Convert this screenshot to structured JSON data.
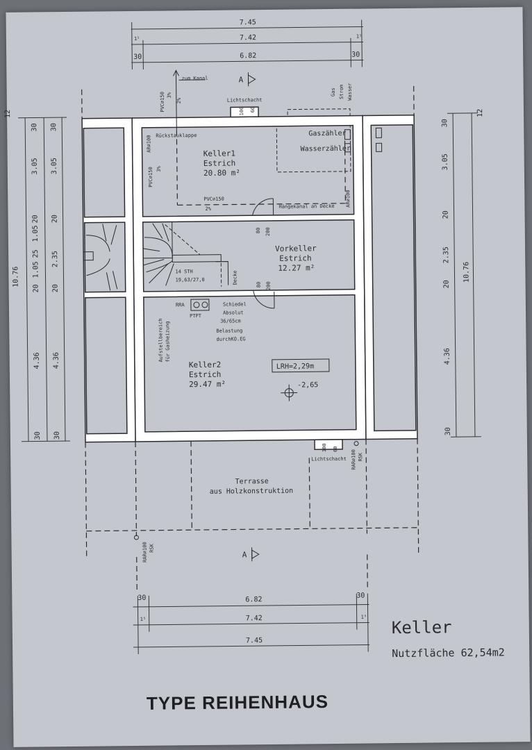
{
  "dimensions_top": {
    "overall": "7.45",
    "middle": "7.42",
    "inner": "6.82",
    "edge_small": "1⁵",
    "edge_wall": "30"
  },
  "dimensions_bottom": {
    "inner": "6.82",
    "middle": "7.42",
    "overall": "7.45",
    "edge_small": "1⁵",
    "edge_wall": "30"
  },
  "dimensions_left": {
    "outer": [
      "12",
      "30",
      "3.05",
      "20",
      "1.05",
      "25",
      "1.05",
      "20",
      "4.36",
      "30"
    ],
    "inner": [
      "30",
      "3.05",
      "20",
      "2.35",
      "20",
      "4.36",
      "30"
    ],
    "total": "10.76"
  },
  "dimensions_right": {
    "inner": [
      "30",
      "3.05",
      "20",
      "2.35",
      "20",
      "4.36",
      "30"
    ],
    "top": "12",
    "total": "10.76"
  },
  "section_marker": "A",
  "rooms": {
    "keller1": {
      "name": "Keller1",
      "floor": "Estrich",
      "area": "20.80 m²"
    },
    "vorkeller": {
      "name": "Vorkeller",
      "floor": "Estrich",
      "area": "12.27 m²"
    },
    "keller2": {
      "name": "Keller2",
      "floor": "Estrich",
      "area": "29.47 m²"
    },
    "terrasse": {
      "line1": "Terrasse",
      "line2": "aus Holzkonstruktion"
    }
  },
  "annotations": {
    "zum_kanal": "zum Kanal",
    "pvc150_a": "PVC∅150",
    "pvc150_b": "PVC∅150",
    "pvc150_c": "PVC∅150",
    "slope_2": "2%",
    "slope_3": "3%",
    "ar100_a": "AR∅100",
    "ar100_b": "AR∅100",
    "ruckstau": "Rückstauklappe",
    "lichtschacht_top": "Lichtschacht",
    "lichtschacht_bottom": "Lichtschacht",
    "ls_100": "100",
    "ls_60": "60",
    "gas": "Gas",
    "strom": "Strom",
    "wasser": "Wasser",
    "gaszaehler": "Gaszähler",
    "wasserzaehler": "Wasserzähler",
    "haengekanal": "Hängekanal an Decke",
    "door_80": "80",
    "door_200": "200",
    "stairs_sth": "14 STH",
    "stairs_size": "19,63/27,0",
    "decke": "Decke",
    "rra": "RRA",
    "ptpt": "PTPT",
    "schiedel1": "Schiedel",
    "schiedel2": "Absolut",
    "schiedel3": "36/65cm",
    "belastung1": "Belastung",
    "belastung2": "durchKO.EG",
    "aufstell1": "Aufstellbereich",
    "aufstell2": "für Gasheizung",
    "lrh": "LRH=2,29m",
    "level": "-2,65",
    "rar100_a": "RAR∅100",
    "rar100_b": "RAR∅100",
    "rsk": "RSK"
  },
  "legend": {
    "title": "Keller",
    "nutzflaeche": "Nutzfläche 62,54m2"
  },
  "footer": {
    "type": "TYPE REIHENHAUS"
  }
}
